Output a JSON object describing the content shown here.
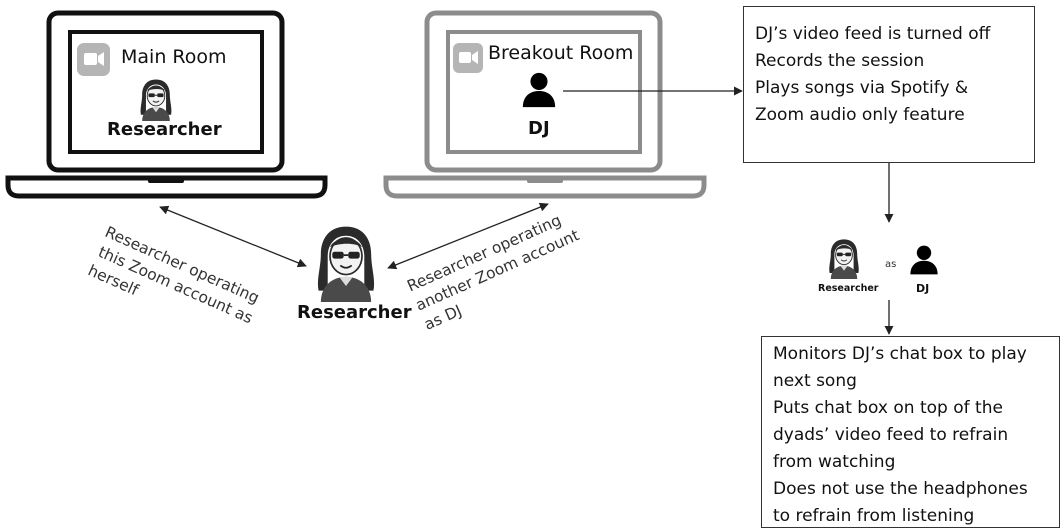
{
  "main_laptop": {
    "title": "Main Room",
    "person_label": "Researcher",
    "icon": "video-camera-icon"
  },
  "breakout_laptop": {
    "title": "Breakout Room",
    "person_label": "DJ",
    "icon": "video-camera-icon"
  },
  "dj_box": {
    "lines": [
      "DJ’s video feed is turned off",
      "Records the session",
      "Plays songs via Spotify &",
      "Zoom audio only feature"
    ]
  },
  "center_person": {
    "label": "Researcher"
  },
  "left_arrow_caption": {
    "lines": [
      "Researcher operating",
      "this Zoom account as",
      "herself"
    ]
  },
  "right_arrow_caption": {
    "lines": [
      "Researcher operating",
      "another Zoom account",
      "as DJ"
    ]
  },
  "role_pair": {
    "left_label": "Researcher",
    "connector": "as",
    "right_label": "DJ"
  },
  "monitor_box": {
    "lines": [
      "Monitors DJ’s chat box to play",
      "next song",
      "Puts chat box on top of the",
      "dyads’ video feed to refrain",
      "from watching",
      "Does not use the headphones",
      "to refrain from listening"
    ]
  }
}
